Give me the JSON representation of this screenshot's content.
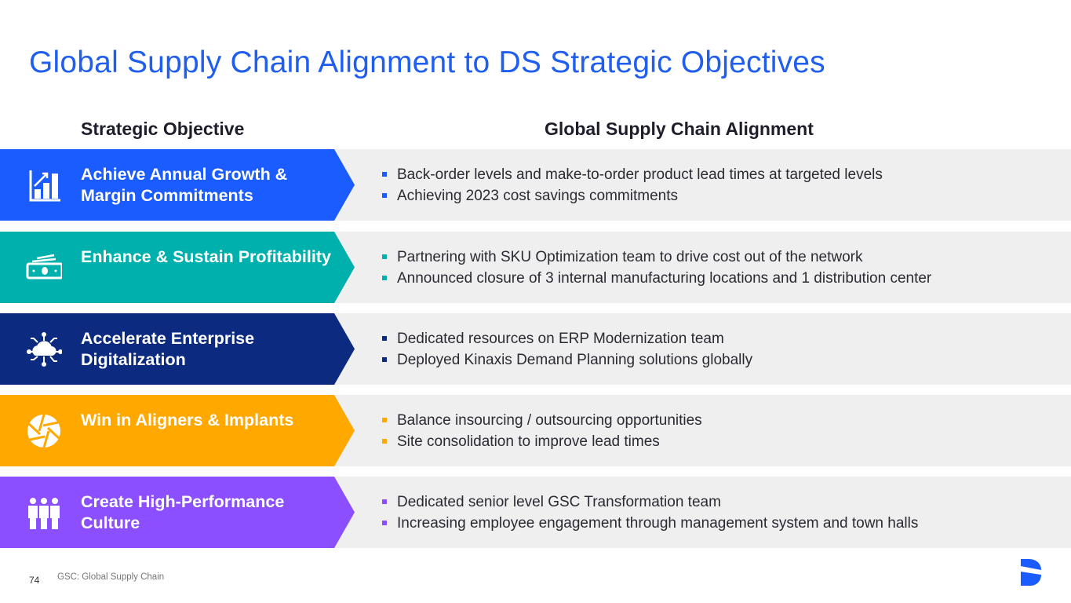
{
  "title": "Global Supply Chain Alignment to DS Strategic Objectives",
  "headers": {
    "objective": "Strategic Objective",
    "alignment": "Global Supply Chain Alignment"
  },
  "rows": [
    {
      "objective": "Achieve Annual Growth & Margin Commitments",
      "icon": "growth-chart-icon",
      "color": "#1a5cff",
      "bullets": [
        "Back-order levels and make-to-order product lead times at targeted levels",
        "Achieving 2023 cost savings commitments"
      ]
    },
    {
      "objective": "Enhance & Sustain Profitability",
      "icon": "money-icon",
      "color": "#00b0ad",
      "bullets": [
        "Partnering with SKU Optimization team to drive cost out of the network",
        "Announced closure of 3 internal manufacturing locations and 1 distribution center"
      ]
    },
    {
      "objective": "Accelerate Enterprise Digitalization",
      "icon": "cloud-network-icon",
      "color": "#0b2a80",
      "bullets": [
        "Dedicated resources on ERP Modernization team",
        "Deployed Kinaxis Demand Planning solutions globally"
      ]
    },
    {
      "objective": "Win in Aligners & Implants",
      "icon": "aperture-icon",
      "color": "#ffa800",
      "bullets": [
        "Balance insourcing / outsourcing opportunities",
        "Site consolidation to improve lead times"
      ]
    },
    {
      "objective": "Create High-Performance Culture",
      "icon": "team-icon",
      "color": "#8b4fff",
      "bullets": [
        "Dedicated senior level GSC Transformation team",
        "Increasing employee engagement through management system and town halls"
      ]
    }
  ],
  "footer": {
    "page_number": "74",
    "note": "GSC: Global Supply Chain"
  }
}
